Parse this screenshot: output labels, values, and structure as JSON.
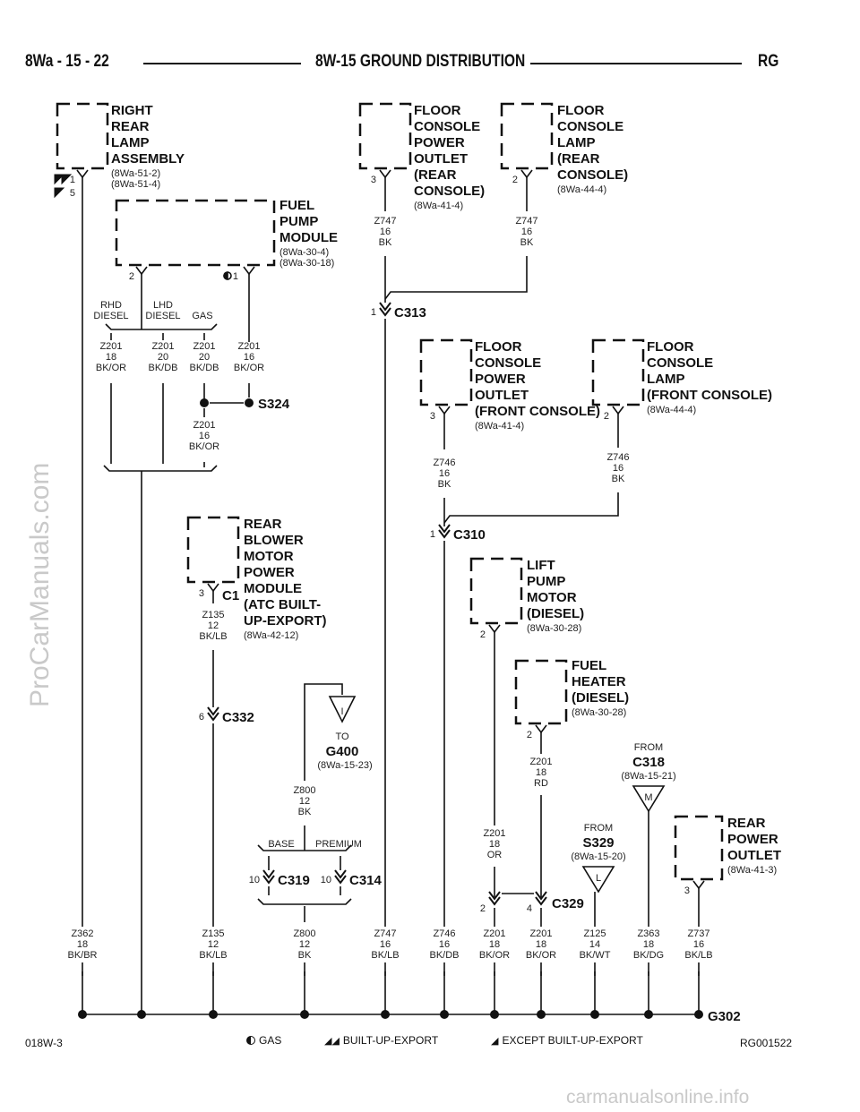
{
  "header": {
    "left": "8Wa - 15 - 22",
    "center": "8W-15 GROUND DISTRIBUTION",
    "right": "RG"
  },
  "footer": {
    "left": "018W-3",
    "right": "RG001522",
    "legend_gas": "GAS",
    "legend_bue": "BUILT-UP-EXPORT",
    "legend_except": "EXCEPT BUILT-UP-EXPORT"
  },
  "watermarks": {
    "left": "ProCarManuals.com",
    "bottom": "carmanualsonline.info"
  },
  "components": {
    "rr_lamp": {
      "lines": [
        "RIGHT",
        "REAR",
        "LAMP",
        "ASSEMBLY"
      ],
      "refs": [
        "(8Wa-51-2)",
        "(8Wa-51-4)"
      ],
      "pin_a": "1",
      "pin_b": "5"
    },
    "fuel_pump": {
      "lines": [
        "FUEL",
        "PUMP",
        "MODULE"
      ],
      "refs": [
        "(8Wa-30-4)",
        "(8Wa-30-18)"
      ],
      "pin_a": "2",
      "pin_b": "1"
    },
    "fc_power_rear": {
      "lines": [
        "FLOOR",
        "CONSOLE",
        "POWER",
        "OUTLET",
        "(REAR",
        "CONSOLE)"
      ],
      "refs": [
        "(8Wa-41-4)"
      ],
      "pin": "3"
    },
    "fc_lamp_rear": {
      "lines": [
        "FLOOR",
        "CONSOLE",
        "LAMP",
        "(REAR",
        "CONSOLE)"
      ],
      "refs": [
        "(8Wa-44-4)"
      ],
      "pin": "2"
    },
    "fc_power_front": {
      "lines": [
        "FLOOR",
        "CONSOLE",
        "POWER",
        "OUTLET",
        "(FRONT CONSOLE)"
      ],
      "refs": [
        "(8Wa-41-4)"
      ],
      "pin": "3"
    },
    "fc_lamp_front": {
      "lines": [
        "FLOOR",
        "CONSOLE",
        "LAMP",
        "(FRONT CONSOLE)"
      ],
      "refs": [
        "(8Wa-44-4)"
      ],
      "pin": "2"
    },
    "rear_blower": {
      "lines": [
        "REAR",
        "BLOWER",
        "MOTOR",
        "POWER",
        "MODULE",
        "(ATC BUILT-",
        "UP-EXPORT)"
      ],
      "refs": [
        "(8Wa-42-12)"
      ],
      "pin": "3",
      "conn": "C1"
    },
    "lift_pump": {
      "lines": [
        "LIFT",
        "PUMP",
        "MOTOR",
        "(DIESEL)"
      ],
      "refs": [
        "(8Wa-30-28)"
      ],
      "pin": "2"
    },
    "fuel_heater": {
      "lines": [
        "FUEL",
        "HEATER",
        "(DIESEL)"
      ],
      "refs": [
        "(8Wa-30-28)"
      ],
      "pin": "2"
    },
    "rear_power": {
      "lines": [
        "REAR",
        "POWER",
        "OUTLET"
      ],
      "refs": [
        "(8Wa-41-3)"
      ],
      "pin": "3"
    }
  },
  "connectors": {
    "c313": {
      "name": "C313",
      "pin": "1"
    },
    "c310": {
      "name": "C310",
      "pin": "1"
    },
    "c332": {
      "name": "C332",
      "pin": "6"
    },
    "c319": {
      "name": "C319",
      "pin": "10"
    },
    "c314": {
      "name": "C314",
      "pin": "10"
    },
    "c329": {
      "name": "C329",
      "pin_a": "2",
      "pin_b": "4"
    },
    "s324": {
      "name": "S324"
    },
    "g302": {
      "name": "G302"
    }
  },
  "variants": {
    "rhd": [
      "RHD",
      "DIESEL"
    ],
    "lhd": [
      "LHD",
      "DIESEL"
    ],
    "gas": "GAS",
    "base": "BASE",
    "premium": "PREMIUM"
  },
  "offpage": {
    "g400": {
      "to": "TO",
      "name": "G400",
      "ref": "(8Wa-15-23)",
      "letter": "I"
    },
    "c318": {
      "from": "FROM",
      "name": "C318",
      "ref": "(8Wa-15-21)",
      "letter": "M"
    },
    "s329": {
      "from": "FROM",
      "name": "S329",
      "ref": "(8Wa-15-20)",
      "letter": "L"
    }
  },
  "wires": {
    "z747_rear_power": [
      "Z747",
      "16",
      "BK"
    ],
    "z747_rear_lamp": [
      "Z747",
      "16",
      "BK"
    ],
    "z201_rhd": [
      "Z201",
      "18",
      "BK/OR"
    ],
    "z201_lhd": [
      "Z201",
      "20",
      "BK/DB"
    ],
    "z201_gas": [
      "Z201",
      "20",
      "BK/DB"
    ],
    "z201_pump1": [
      "Z201",
      "16",
      "BK/OR"
    ],
    "z201_s324": [
      "Z201",
      "16",
      "BK/OR"
    ],
    "z746_front_power": [
      "Z746",
      "16",
      "BK"
    ],
    "z746_front_lamp": [
      "Z746",
      "16",
      "BK"
    ],
    "z135_upper": [
      "Z135",
      "12",
      "BK/LB"
    ],
    "z800_upper": [
      "Z800",
      "12",
      "BK"
    ],
    "z201_lift": [
      "Z201",
      "18",
      "OR"
    ],
    "z201_heater": [
      "Z201",
      "18",
      "RD"
    ],
    "bottom": [
      [
        "Z362",
        "18",
        "BK/BR"
      ],
      [
        "Z135",
        "12",
        "BK/LB"
      ],
      [
        "Z800",
        "12",
        "BK"
      ],
      [
        "Z747",
        "16",
        "BK/LB"
      ],
      [
        "Z746",
        "16",
        "BK/DB"
      ],
      [
        "Z201",
        "18",
        "BK/OR"
      ],
      [
        "Z201",
        "18",
        "BK/OR"
      ],
      [
        "Z125",
        "14",
        "BK/WT"
      ],
      [
        "Z363",
        "18",
        "BK/DG"
      ],
      [
        "Z737",
        "16",
        "BK/LB"
      ]
    ]
  }
}
